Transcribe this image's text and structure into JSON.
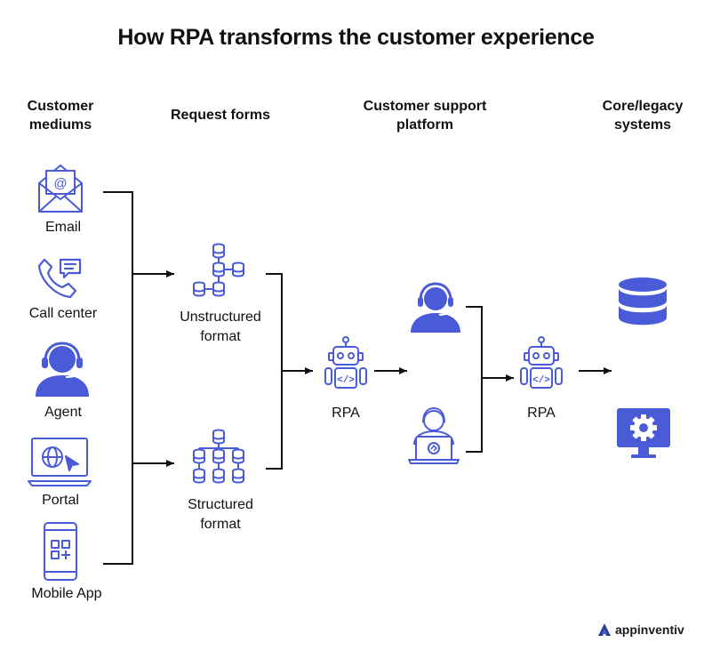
{
  "title": "How RPA transforms the customer experience",
  "columns": {
    "mediums": "Customer mediums",
    "request_forms": "Request forms",
    "support_platform": "Customer support platform",
    "core": "Core/legacy systems"
  },
  "mediums": [
    "Email",
    "Call center",
    "Agent",
    "Portal",
    "Mobile App"
  ],
  "forms": [
    "Unstructured format",
    "Structured format"
  ],
  "rpa_label": "RPA",
  "brand": "appinventiv",
  "colors": {
    "accent": "#4a5bd8",
    "line": "#111111",
    "text": "#111111"
  },
  "icons": [
    "email-icon",
    "call-center-icon",
    "agent-icon",
    "portal-icon",
    "mobile-app-icon",
    "unstructured-data-icon",
    "structured-data-icon",
    "rpa-robot-icon",
    "support-agent-icon",
    "laptop-agent-icon",
    "database-icon",
    "system-settings-icon",
    "brand-logo-icon"
  ]
}
